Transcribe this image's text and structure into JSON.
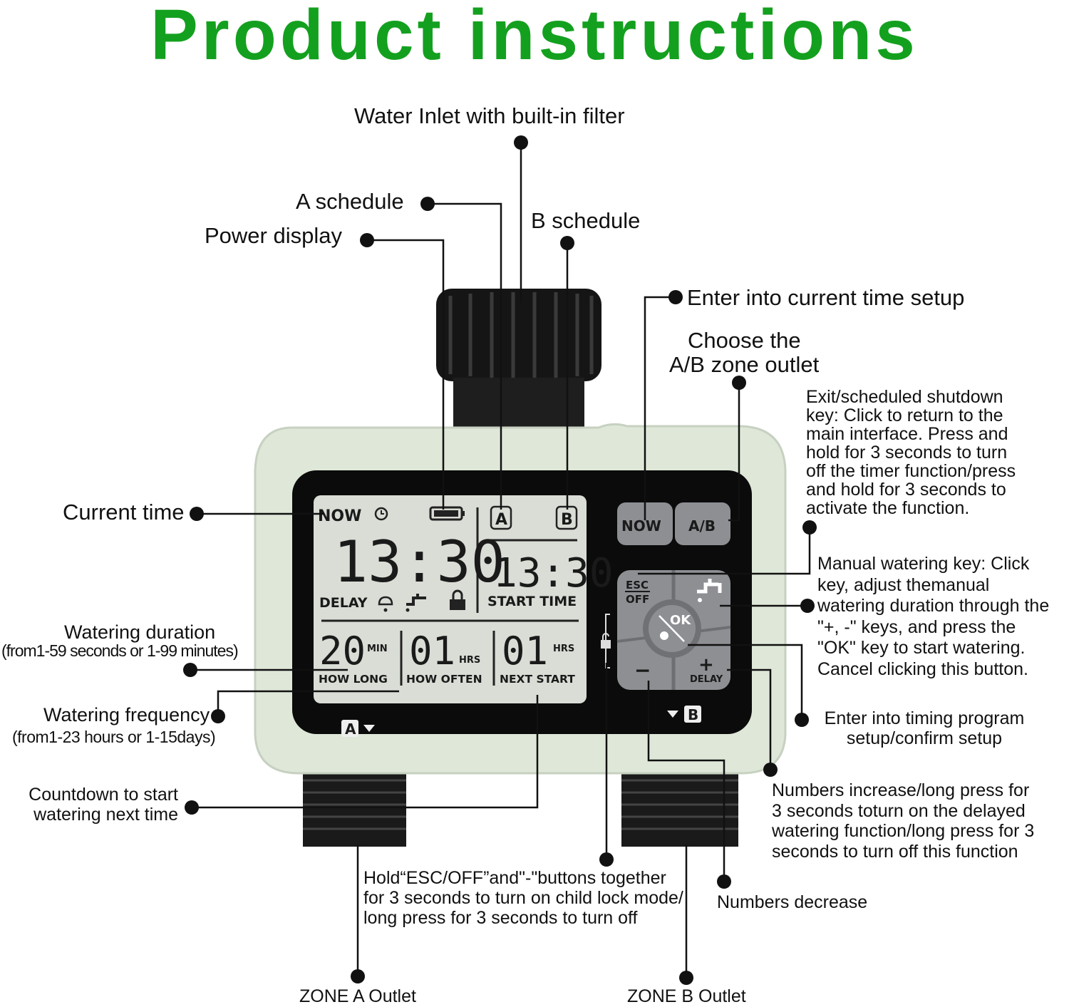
{
  "title": "Product instructions",
  "colors": {
    "title": "#14a01f",
    "body": "#dfe8d8",
    "panel": "#0b0b0b",
    "lcd": "#d9ddd6",
    "button": "#8d8f93"
  },
  "labels": {
    "water_inlet": "Water Inlet with built-in filter",
    "a_schedule": "A schedule",
    "b_schedule": "B schedule",
    "power_display": "Power display",
    "enter_time": "Enter into current time setup",
    "choose_ab_1": "Choose the",
    "choose_ab_2": "A/B zone outlet",
    "exit_key": [
      "Exit/scheduled shutdown",
      "key: Click to return to the",
      "main interface. Press and",
      "hold for 3 seconds to turn",
      "off the timer function/press",
      "and hold for 3 seconds to",
      "activate the function."
    ],
    "manual_key": [
      "Manual watering key: Click",
      "key, adjust themanual",
      "watering duration through the",
      "\"+, -\" keys, and press the",
      "\"OK\" key to start watering.",
      "Cancel clicking this button."
    ],
    "timing_program": [
      "Enter into timing program",
      "setup/confirm setup"
    ],
    "numbers_increase": [
      "Numbers increase/long press for",
      "3 seconds toturn on the delayed",
      "watering function/long press for 3",
      "seconds to turn off this function"
    ],
    "numbers_decrease": "Numbers decrease",
    "current_time": "Current time",
    "watering_duration": "Watering duration",
    "watering_duration_range": "(from1-59 seconds or 1-99 minutes)",
    "watering_frequency": "Watering frequency",
    "watering_frequency_range": "(from1-23 hours or 1-15days)",
    "countdown": [
      "Countdown to start",
      "watering next time"
    ],
    "child_lock": [
      "Hold“ESC/OFF”and\"-\"buttons together",
      "for 3 seconds to turn on child lock mode/",
      "long press for 3 seconds to turn off"
    ],
    "zone_a": "ZONE A Outlet",
    "zone_b": "ZONE B Outlet"
  },
  "lcd": {
    "now": "NOW",
    "time": "13:30",
    "zone_a": "A",
    "zone_b": "B",
    "start_time_value": "13:30",
    "start_time": "START TIME",
    "delay": "DELAY",
    "how_long_value": "20",
    "how_long_unit": "MIN",
    "how_long": "HOW LONG",
    "how_often_value": "01",
    "how_often_unit": "HRS",
    "how_often": "HOW OFTEN",
    "next_start_value": "01",
    "next_start_unit": "HRS",
    "next_start": "NEXT START",
    "battery_level": 1.0
  },
  "buttons": {
    "now": "NOW",
    "ab": "A/B",
    "esc": "ESC",
    "off": "OFF",
    "ok": "OK",
    "minus": "−",
    "plus": "+",
    "delay": "DELAY"
  },
  "outlets": {
    "a": "A",
    "b": "B"
  }
}
